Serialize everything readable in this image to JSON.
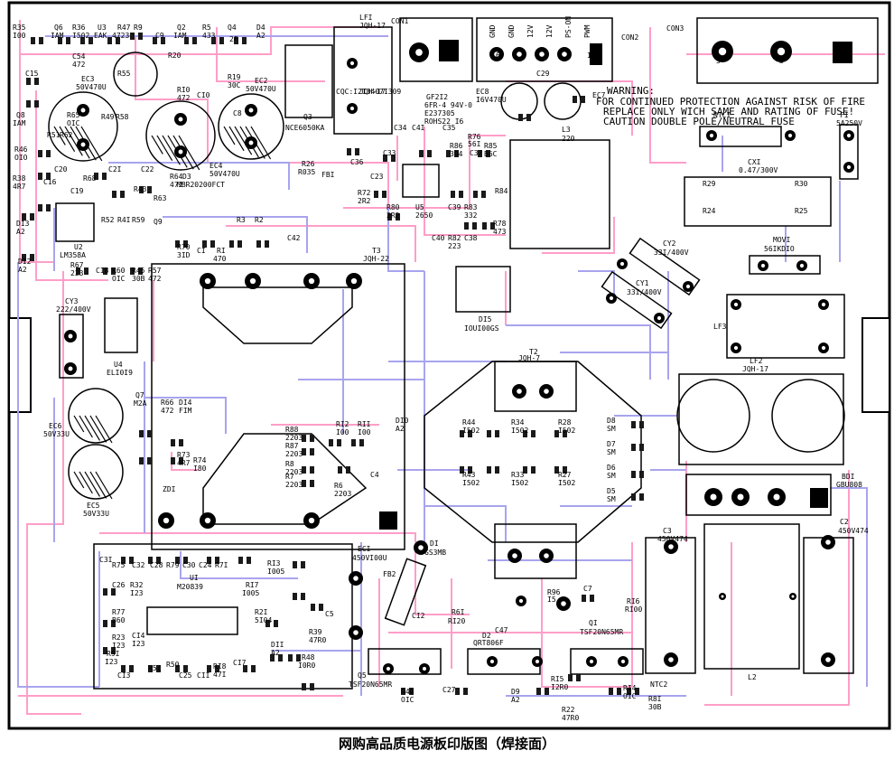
{
  "caption": "网购高品质电源板印版图（焊接面）",
  "colors": {
    "outline": "#000000",
    "trace_top": "#ff9ec8",
    "trace_bottom": "#a8a4ee",
    "pad": "#000000",
    "smd": "#1a1a1a"
  },
  "warning": {
    "line1": "WARNING:",
    "line2": "FOR CONTINUED PROTECTION AGAINST RISK OF FIRE",
    "line3": "REPLACE ONLY WICH SAME AND RATING OF FUSE!",
    "line4": "CAUTION DOUBLE POLE/NEUTRAL FUSE"
  },
  "connectors": {
    "con1": "CON1",
    "con2": "CON2",
    "con3": "CON3",
    "con2_pins": [
      "GND",
      "GND",
      "12V",
      "12V",
      "PS-ON",
      "PWM"
    ],
    "con2_nums": [
      "6",
      "I"
    ],
    "con3_nums": [
      "5",
      "3",
      "I"
    ]
  },
  "labels": [
    {
      "id": "r35",
      "text": "R35"
    },
    {
      "id": "r35v",
      "text": "I00"
    },
    {
      "id": "q6",
      "text": "Q6"
    },
    {
      "id": "q6v",
      "text": "IAM"
    },
    {
      "id": "r36",
      "text": "R36"
    },
    {
      "id": "r36v",
      "text": "I502"
    },
    {
      "id": "u3",
      "text": "U3"
    },
    {
      "id": "u3v",
      "text": "EAK"
    },
    {
      "id": "r47",
      "text": "R47"
    },
    {
      "id": "r47v",
      "text": "4723"
    },
    {
      "id": "r9",
      "text": "R9"
    },
    {
      "id": "c9",
      "text": "C9"
    },
    {
      "id": "q2",
      "text": "Q2"
    },
    {
      "id": "q2v",
      "text": "IAM"
    },
    {
      "id": "r5",
      "text": "R5"
    },
    {
      "id": "r5v",
      "text": "433"
    },
    {
      "id": "q4",
      "text": "Q4"
    },
    {
      "id": "q4v",
      "text": "2F"
    },
    {
      "id": "d4",
      "text": "D4"
    },
    {
      "id": "d4v",
      "text": "A2"
    },
    {
      "id": "lf1",
      "text": "LFI"
    },
    {
      "id": "lf1v",
      "text": "JQH-17"
    },
    {
      "id": "c54",
      "text": "C54"
    },
    {
      "id": "c54v",
      "text": "472"
    },
    {
      "id": "r55",
      "text": "R55"
    },
    {
      "id": "r20",
      "text": "R20"
    },
    {
      "id": "ec3",
      "text": "EC3"
    },
    {
      "id": "ec3v",
      "text": "50V470U"
    },
    {
      "id": "r19",
      "text": "R19"
    },
    {
      "id": "r19v",
      "text": "30C"
    },
    {
      "id": "ec2",
      "text": "EC2"
    },
    {
      "id": "ec2v",
      "text": "50V470U"
    },
    {
      "id": "r10",
      "text": "RI0"
    },
    {
      "id": "r10v",
      "text": "472"
    },
    {
      "id": "c10",
      "text": "CI0"
    },
    {
      "id": "q3",
      "text": "Q3"
    },
    {
      "id": "q3v",
      "text": "NCE6050KA"
    },
    {
      "id": "cqc",
      "text": "CQC:I2I3407I309"
    },
    {
      "id": "c15",
      "text": "C15"
    },
    {
      "id": "r65",
      "text": "R65"
    },
    {
      "id": "r65v",
      "text": "OIC"
    },
    {
      "id": "r49",
      "text": "R49"
    },
    {
      "id": "r58",
      "text": "R58"
    },
    {
      "id": "c8",
      "text": "C8"
    },
    {
      "id": "q8",
      "text": "Q8"
    },
    {
      "id": "q8v",
      "text": "IAM"
    },
    {
      "id": "r51",
      "text": "R51"
    },
    {
      "id": "r62",
      "text": "R62"
    },
    {
      "id": "r46",
      "text": "R46"
    },
    {
      "id": "r46v",
      "text": "OIO"
    },
    {
      "id": "c20",
      "text": "C20"
    },
    {
      "id": "c21",
      "text": "C2I"
    },
    {
      "id": "c22",
      "text": "C22"
    },
    {
      "id": "ec4",
      "text": "EC4"
    },
    {
      "id": "ec4v",
      "text": "50V470U"
    },
    {
      "id": "r26",
      "text": "R26"
    },
    {
      "id": "r26v",
      "text": "R035"
    },
    {
      "id": "fb1",
      "text": "FBI"
    },
    {
      "id": "r38",
      "text": "R38"
    },
    {
      "id": "r38v",
      "text": "4R7"
    },
    {
      "id": "c16",
      "text": "C16"
    },
    {
      "id": "c19",
      "text": "C19"
    },
    {
      "id": "r68",
      "text": "R68"
    },
    {
      "id": "r43",
      "text": "R43"
    },
    {
      "id": "r64",
      "text": "R64"
    },
    {
      "id": "r64v",
      "text": "472"
    },
    {
      "id": "d3",
      "text": "D3"
    },
    {
      "id": "d3v",
      "text": "MBR20200FCT"
    },
    {
      "id": "r63",
      "text": "R63"
    },
    {
      "id": "c34",
      "text": "C34"
    },
    {
      "id": "c41",
      "text": "C4I"
    },
    {
      "id": "c35",
      "text": "C35"
    },
    {
      "id": "c36",
      "text": "C36"
    },
    {
      "id": "c33",
      "text": "C33"
    },
    {
      "id": "c23",
      "text": "C23"
    },
    {
      "id": "r86",
      "text": "R86"
    },
    {
      "id": "r86v",
      "text": "394"
    },
    {
      "id": "c37",
      "text": "C37"
    },
    {
      "id": "r85",
      "text": "R85"
    },
    {
      "id": "r85v",
      "text": "B6C"
    },
    {
      "id": "r76",
      "text": "R76"
    },
    {
      "id": "r76v",
      "text": "56I"
    },
    {
      "id": "gf",
      "text": "GF2I2"
    },
    {
      "id": "gfv",
      "text": "6FR-4 94V-0"
    },
    {
      "id": "e23",
      "text": "E237305"
    },
    {
      "id": "rohs",
      "text": "ROHS22 I6"
    },
    {
      "id": "ec8",
      "text": "EC8"
    },
    {
      "id": "ec8v",
      "text": "I6V470U"
    },
    {
      "id": "c29",
      "text": "C29"
    },
    {
      "id": "ec7",
      "text": "EC7"
    },
    {
      "id": "l3",
      "text": "L3"
    },
    {
      "id": "l3v",
      "text": "220"
    },
    {
      "id": "d13",
      "text": "DI3"
    },
    {
      "id": "d13v",
      "text": "A2"
    },
    {
      "id": "u2",
      "text": "U2"
    },
    {
      "id": "u2v",
      "text": "LM358A"
    },
    {
      "id": "r52",
      "text": "R52"
    },
    {
      "id": "r41",
      "text": "R4I"
    },
    {
      "id": "r59",
      "text": "R59"
    },
    {
      "id": "q9",
      "text": "Q9"
    },
    {
      "id": "r3",
      "text": "R3"
    },
    {
      "id": "r2",
      "text": "R2"
    },
    {
      "id": "c42",
      "text": "C42"
    },
    {
      "id": "r72",
      "text": "R72"
    },
    {
      "id": "r72v",
      "text": "2R2"
    },
    {
      "id": "r80",
      "text": "R80"
    },
    {
      "id": "r80v",
      "text": "2R2"
    },
    {
      "id": "u5",
      "text": "U5"
    },
    {
      "id": "u5v",
      "text": "2650"
    },
    {
      "id": "c39",
      "text": "C39"
    },
    {
      "id": "r83",
      "text": "R83"
    },
    {
      "id": "r83v",
      "text": "332"
    },
    {
      "id": "r84",
      "text": "R84"
    },
    {
      "id": "r78",
      "text": "R78"
    },
    {
      "id": "r78v",
      "text": "473"
    },
    {
      "id": "c40",
      "text": "C40"
    },
    {
      "id": "r82",
      "text": "R82"
    },
    {
      "id": "r82v",
      "text": "223"
    },
    {
      "id": "c38",
      "text": "C38"
    },
    {
      "id": "d12",
      "text": "DI2"
    },
    {
      "id": "d12v",
      "text": "A2"
    },
    {
      "id": "r67",
      "text": "R67"
    },
    {
      "id": "r67v",
      "text": "223"
    },
    {
      "id": "c18",
      "text": "CI8"
    },
    {
      "id": "r60",
      "text": "R60"
    },
    {
      "id": "r60v",
      "text": "OIC"
    },
    {
      "id": "r45",
      "text": "R45"
    },
    {
      "id": "r45v",
      "text": "30B"
    },
    {
      "id": "r57",
      "text": "R57"
    },
    {
      "id": "r57v",
      "text": "472"
    },
    {
      "id": "r70",
      "text": "R70"
    },
    {
      "id": "r70v",
      "text": "3ID"
    },
    {
      "id": "c1",
      "text": "CI"
    },
    {
      "id": "r1",
      "text": "RI"
    },
    {
      "id": "r1v",
      "text": "470"
    },
    {
      "id": "t3",
      "text": "T3"
    },
    {
      "id": "t3v",
      "text": "JQH-22"
    },
    {
      "id": "d15",
      "text": "DI5"
    },
    {
      "id": "d15v",
      "text": "IOUI00GS"
    },
    {
      "id": "con1v",
      "text": "JQH-17"
    },
    {
      "id": "cx1",
      "text": "CXI"
    },
    {
      "id": "cx1v",
      "text": "0.47/300V"
    },
    {
      "id": "r29",
      "text": "R29"
    },
    {
      "id": "r30",
      "text": "R30"
    },
    {
      "id": "r24",
      "text": "R24"
    },
    {
      "id": "r25",
      "text": "R25"
    },
    {
      "id": "ntc1",
      "text": "NTCI"
    },
    {
      "id": "f1",
      "text": "FI"
    },
    {
      "id": "f1v",
      "text": "5A250V"
    },
    {
      "id": "mov1",
      "text": "MOVI"
    },
    {
      "id": "mov1v",
      "text": "56IKDIO"
    },
    {
      "id": "cy2",
      "text": "CY2"
    },
    {
      "id": "cy2v",
      "text": "33I/400V"
    },
    {
      "id": "cy1",
      "text": "CY1"
    },
    {
      "id": "cy1v",
      "text": "33I/400V"
    },
    {
      "id": "lf3",
      "text": "LF3"
    },
    {
      "id": "lf2",
      "text": "LF2"
    },
    {
      "id": "lf2v",
      "text": "JQH-17"
    },
    {
      "id": "cy3",
      "text": "CY3"
    },
    {
      "id": "cy3v",
      "text": "222/400V"
    },
    {
      "id": "u4",
      "text": "U4"
    },
    {
      "id": "u4v",
      "text": "ELI0I9"
    },
    {
      "id": "t2",
      "text": "T2"
    },
    {
      "id": "t2v",
      "text": "JQH-7"
    },
    {
      "id": "ec6",
      "text": "EC6"
    },
    {
      "id": "ec6v",
      "text": "50V33U"
    },
    {
      "id": "q7",
      "text": "Q7"
    },
    {
      "id": "q7v",
      "text": "M2A"
    },
    {
      "id": "r66",
      "text": "R66"
    },
    {
      "id": "r66v",
      "text": "472"
    },
    {
      "id": "d14",
      "text": "DI4"
    },
    {
      "id": "d14v",
      "text": "FIM"
    },
    {
      "id": "r73",
      "text": "R73"
    },
    {
      "id": "r73v",
      "text": "4R7"
    },
    {
      "id": "r74",
      "text": "R74"
    },
    {
      "id": "r74v",
      "text": "I80"
    },
    {
      "id": "zd1",
      "text": "ZDI"
    },
    {
      "id": "ec5",
      "text": "EC5"
    },
    {
      "id": "ec5v",
      "text": "50V33U"
    },
    {
      "id": "r88",
      "text": "R88"
    },
    {
      "id": "r88v",
      "text": "2203"
    },
    {
      "id": "r87",
      "text": "R87"
    },
    {
      "id": "r87v",
      "text": "2203"
    },
    {
      "id": "r8",
      "text": "R8"
    },
    {
      "id": "r8v",
      "text": "2203"
    },
    {
      "id": "r7",
      "text": "R7"
    },
    {
      "id": "r7v",
      "text": "2203"
    },
    {
      "id": "r6",
      "text": "R6"
    },
    {
      "id": "r6v",
      "text": "2203"
    },
    {
      "id": "r12",
      "text": "RI2"
    },
    {
      "id": "r12v",
      "text": "I00"
    },
    {
      "id": "r11",
      "text": "RII"
    },
    {
      "id": "r11v",
      "text": "I00"
    },
    {
      "id": "c4",
      "text": "C4"
    },
    {
      "id": "d10",
      "text": "DI0"
    },
    {
      "id": "d10v",
      "text": "A2"
    },
    {
      "id": "r44",
      "text": "R44"
    },
    {
      "id": "r44v",
      "text": "I502"
    },
    {
      "id": "r34",
      "text": "R34"
    },
    {
      "id": "r34v",
      "text": "I502"
    },
    {
      "id": "r28",
      "text": "R28"
    },
    {
      "id": "r28v",
      "text": "I502"
    },
    {
      "id": "r43b",
      "text": "R43"
    },
    {
      "id": "r43bv",
      "text": "I502"
    },
    {
      "id": "r33",
      "text": "R33"
    },
    {
      "id": "r33v",
      "text": "I502"
    },
    {
      "id": "r27",
      "text": "R27"
    },
    {
      "id": "r27v",
      "text": "I502"
    },
    {
      "id": "d8",
      "text": "D8"
    },
    {
      "id": "d8v",
      "text": "SM"
    },
    {
      "id": "d7",
      "text": "D7"
    },
    {
      "id": "d7v",
      "text": "SM"
    },
    {
      "id": "d6",
      "text": "D6"
    },
    {
      "id": "d6v",
      "text": "SM"
    },
    {
      "id": "d5",
      "text": "D5"
    },
    {
      "id": "d5v",
      "text": "SM"
    },
    {
      "id": "bd1",
      "text": "BDI"
    },
    {
      "id": "bd1v",
      "text": "GBU808"
    },
    {
      "id": "c3",
      "text": "C3"
    },
    {
      "id": "c3v",
      "text": "450V474"
    },
    {
      "id": "c2",
      "text": "C2"
    },
    {
      "id": "c2v",
      "text": "450V474"
    },
    {
      "id": "l2",
      "text": "L2"
    },
    {
      "id": "d1",
      "text": "DI"
    },
    {
      "id": "d1v",
      "text": "GS3MB"
    },
    {
      "id": "c31",
      "text": "C3I"
    },
    {
      "id": "r75",
      "text": "R75"
    },
    {
      "id": "c32",
      "text": "C32"
    },
    {
      "id": "c28",
      "text": "C28"
    },
    {
      "id": "r79",
      "text": "R79"
    },
    {
      "id": "c30",
      "text": "C30"
    },
    {
      "id": "c24",
      "text": "C24"
    },
    {
      "id": "r71",
      "text": "R7I"
    },
    {
      "id": "u1",
      "text": "UI"
    },
    {
      "id": "u1v",
      "text": "M20839"
    },
    {
      "id": "c26",
      "text": "C26"
    },
    {
      "id": "r32",
      "text": "R32"
    },
    {
      "id": "r32v",
      "text": "I23"
    },
    {
      "id": "r77",
      "text": "R77"
    },
    {
      "id": "r77v",
      "text": "B60"
    },
    {
      "id": "r23",
      "text": "R23"
    },
    {
      "id": "r23v",
      "text": "I23"
    },
    {
      "id": "c14",
      "text": "CI4"
    },
    {
      "id": "c14v",
      "text": "I23"
    },
    {
      "id": "r91",
      "text": "R9I"
    },
    {
      "id": "r91v",
      "text": "I23"
    },
    {
      "id": "r50",
      "text": "R50"
    },
    {
      "id": "r51b",
      "text": "R5I"
    },
    {
      "id": "c13",
      "text": "CI3"
    },
    {
      "id": "c25",
      "text": "C25"
    },
    {
      "id": "c11",
      "text": "CII"
    },
    {
      "id": "r18",
      "text": "RI8"
    },
    {
      "id": "r18v",
      "text": "47I"
    },
    {
      "id": "c17",
      "text": "CI7"
    },
    {
      "id": "r13",
      "text": "RI3"
    },
    {
      "id": "r13v",
      "text": "I005"
    },
    {
      "id": "r17",
      "text": "RI7"
    },
    {
      "id": "r17v",
      "text": "I005"
    },
    {
      "id": "r21",
      "text": "R2I"
    },
    {
      "id": "r21v",
      "text": "5I04"
    },
    {
      "id": "ec1",
      "text": "ECI"
    },
    {
      "id": "ec1v",
      "text": "450VI00U"
    },
    {
      "id": "c5",
      "text": "C5"
    },
    {
      "id": "fb2",
      "text": "FB2"
    },
    {
      "id": "c12",
      "text": "CI2"
    },
    {
      "id": "r61",
      "text": "R6I"
    },
    {
      "id": "r61v",
      "text": "RI20"
    },
    {
      "id": "r39",
      "text": "R39"
    },
    {
      "id": "r39v",
      "text": "47R0"
    },
    {
      "id": "r48",
      "text": "R48"
    },
    {
      "id": "r48v",
      "text": "I0R0"
    },
    {
      "id": "d11",
      "text": "DII"
    },
    {
      "id": "d11v",
      "text": "A2"
    },
    {
      "id": "q5",
      "text": "Q5"
    },
    {
      "id": "q5v",
      "text": "TSF20N65MR"
    },
    {
      "id": "r40",
      "text": "R40"
    },
    {
      "id": "r40v",
      "text": "OIC"
    },
    {
      "id": "c27",
      "text": "C27"
    },
    {
      "id": "d2",
      "text": "D2"
    },
    {
      "id": "d2v",
      "text": "QRT806F"
    },
    {
      "id": "c47",
      "text": "C47"
    },
    {
      "id": "r96",
      "text": "R96"
    },
    {
      "id": "r96v",
      "text": "I5"
    },
    {
      "id": "c7",
      "text": "C7"
    },
    {
      "id": "q1",
      "text": "QI"
    },
    {
      "id": "q1v",
      "text": "TSF20N65MR"
    },
    {
      "id": "r16",
      "text": "RI6"
    },
    {
      "id": "r16v",
      "text": "RI00"
    },
    {
      "id": "d9",
      "text": "D9"
    },
    {
      "id": "d9v",
      "text": "A2"
    },
    {
      "id": "r15",
      "text": "RI5"
    },
    {
      "id": "r15v",
      "text": "I2R0"
    },
    {
      "id": "r22",
      "text": "R22"
    },
    {
      "id": "r22v",
      "text": "47R0"
    },
    {
      "id": "r14",
      "text": "RI4"
    },
    {
      "id": "r14v",
      "text": "OIC"
    },
    {
      "id": "ntc2",
      "text": "NTC2"
    },
    {
      "id": "r81",
      "text": "R8I"
    },
    {
      "id": "r81v",
      "text": "30B"
    }
  ]
}
